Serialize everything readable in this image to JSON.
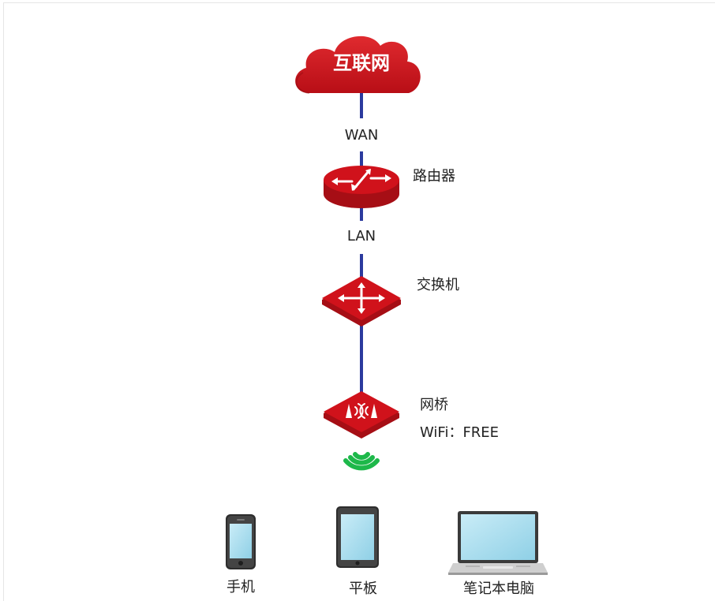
{
  "nodes": {
    "internet": "互联网",
    "router": "路由器",
    "switch": "交换机",
    "bridge": "网桥",
    "wifi_ssid": "WiFi：FREE"
  },
  "links": {
    "wan": "WAN",
    "lan": "LAN"
  },
  "devices": [
    {
      "label": "手机",
      "icon": "smartphone-icon"
    },
    {
      "label": "平板",
      "icon": "tablet-icon"
    },
    {
      "label": "笔记本电脑",
      "icon": "laptop-icon"
    }
  ],
  "colors": {
    "device_red": "#d0121b",
    "link_blue": "#2b3a9e",
    "wifi_green": "#1db84a"
  }
}
